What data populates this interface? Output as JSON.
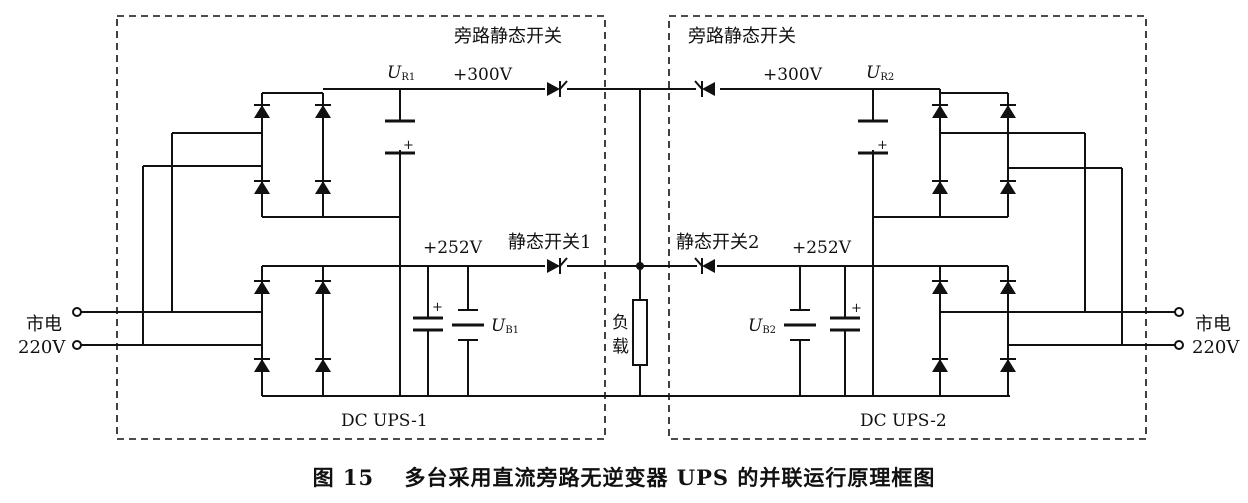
{
  "ups1": {
    "bypass_label": "旁路静态开关",
    "ur": {
      "main": "U",
      "sub": "R1"
    },
    "v300": "+300V",
    "v252": "+252V",
    "switch_label": "静态开关1",
    "battery": {
      "main": "U",
      "sub": "B1"
    },
    "name": "DC UPS-1",
    "mains_label": "市电",
    "mains_voltage": "220V",
    "plus_sign": "+"
  },
  "ups2": {
    "bypass_label": "旁路静态开关",
    "ur": {
      "main": "U",
      "sub": "R2"
    },
    "v300": "+300V",
    "v252": "+252V",
    "switch_label": "静态开关2",
    "battery": {
      "main": "U",
      "sub": "B2"
    },
    "name": "DC UPS-2",
    "mains_label": "市电",
    "mains_voltage": "220V",
    "plus_sign": "+"
  },
  "load": {
    "char1": "负",
    "char2": "载"
  },
  "caption": "图 15　 多台采用直流旁路无逆变器 UPS 的并联运行原理框图"
}
